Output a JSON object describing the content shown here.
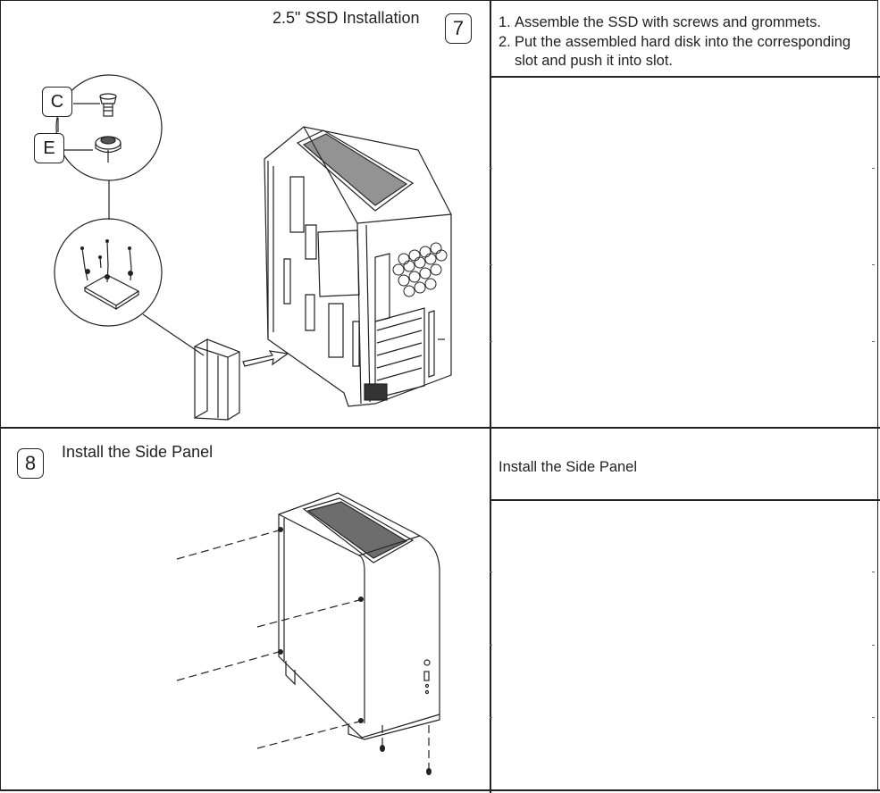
{
  "step7": {
    "title": "2.5\" SSD Installation",
    "number": "7",
    "instructions": [
      {
        "num": "1.",
        "text": "Assemble the SSD with screws and grommets."
      },
      {
        "num": "2.",
        "text": "Put the assembled hard disk into the corresponding slot and push it into slot."
      }
    ],
    "part_labels": [
      "C",
      "E"
    ]
  },
  "step8": {
    "title": "Install the Side Panel",
    "number": "8",
    "instruction": "Install the Side Panel"
  }
}
